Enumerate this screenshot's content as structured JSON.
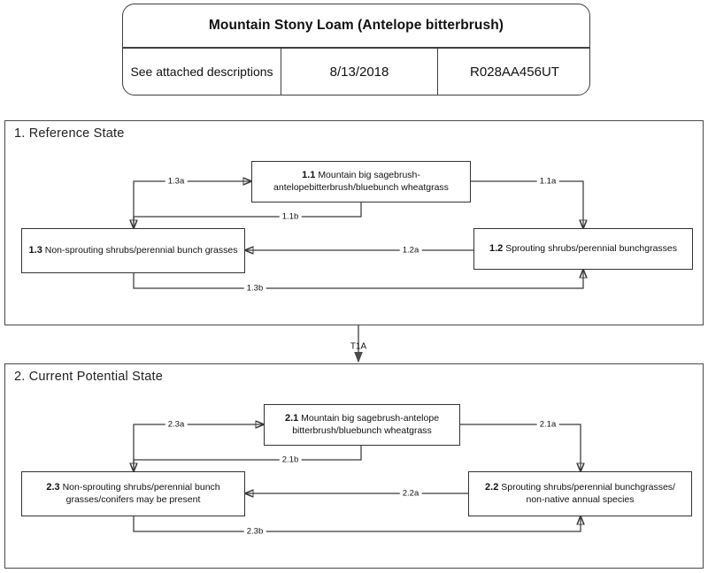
{
  "header": {
    "title": "Mountain Stony Loam (Antelope bitterbrush)",
    "cells": [
      {
        "name": "descriptions-note",
        "text": "See attached descriptions"
      },
      {
        "name": "date",
        "text": "8/13/2018"
      },
      {
        "name": "ecological-site-id",
        "text": "R028AA456UT"
      }
    ]
  },
  "states": [
    {
      "id": "reference-state",
      "title": "1. Reference State",
      "nodes": [
        {
          "id": "1.1",
          "code": "1.1",
          "text": "Mountain big sagebrush-antelopebitterbrush/bluebunch wheatgrass"
        },
        {
          "id": "1.3",
          "code": "1.3",
          "text": "Non-sprouting shrubs/perennial bunch grasses"
        },
        {
          "id": "1.2",
          "code": "1.2",
          "text": "Sprouting shrubs/perennial bunchgrasses"
        }
      ],
      "pathways": [
        {
          "id": "1.1a",
          "label": "1.1a",
          "from": "1.1",
          "to": "1.2"
        },
        {
          "id": "1.1b",
          "label": "1.1b",
          "from": "1.1",
          "to": "1.3"
        },
        {
          "id": "1.2a",
          "label": "1.2a",
          "from": "1.2",
          "to": "1.3"
        },
        {
          "id": "1.3a",
          "label": "1.3a",
          "from": "1.3",
          "to": "1.1"
        },
        {
          "id": "1.3b",
          "label": "1.3b",
          "from": "1.3",
          "to": "1.2"
        }
      ]
    },
    {
      "id": "current-potential-state",
      "title": "2. Current Potential State",
      "nodes": [
        {
          "id": "2.1",
          "code": "2.1",
          "text": "Mountain big sagebrush-antelope bitterbrush/bluebunch wheatgrass"
        },
        {
          "id": "2.3",
          "code": "2.3",
          "text": "Non-sprouting shrubs/perennial bunch grasses/conifers may be present"
        },
        {
          "id": "2.2",
          "code": "2.2",
          "text": "Sprouting shrubs/perennial bunchgrasses/ non-native annual species"
        }
      ],
      "pathways": [
        {
          "id": "2.1a",
          "label": "2.1a",
          "from": "2.1",
          "to": "2.2"
        },
        {
          "id": "2.1b",
          "label": "2.1b",
          "from": "2.1",
          "to": "2.3"
        },
        {
          "id": "2.2a",
          "label": "2.2a",
          "from": "2.2",
          "to": "2.3"
        },
        {
          "id": "2.3a",
          "label": "2.3a",
          "from": "2.3",
          "to": "2.1"
        },
        {
          "id": "2.3b",
          "label": "2.3b",
          "from": "2.3",
          "to": "2.2"
        }
      ]
    }
  ],
  "transition": {
    "id": "T1A",
    "label": "T1A",
    "from": "reference-state",
    "to": "current-potential-state"
  },
  "colors": {
    "line": "#3a3a3a",
    "border": "#333333",
    "text": "#111111",
    "background": "#ffffff"
  }
}
